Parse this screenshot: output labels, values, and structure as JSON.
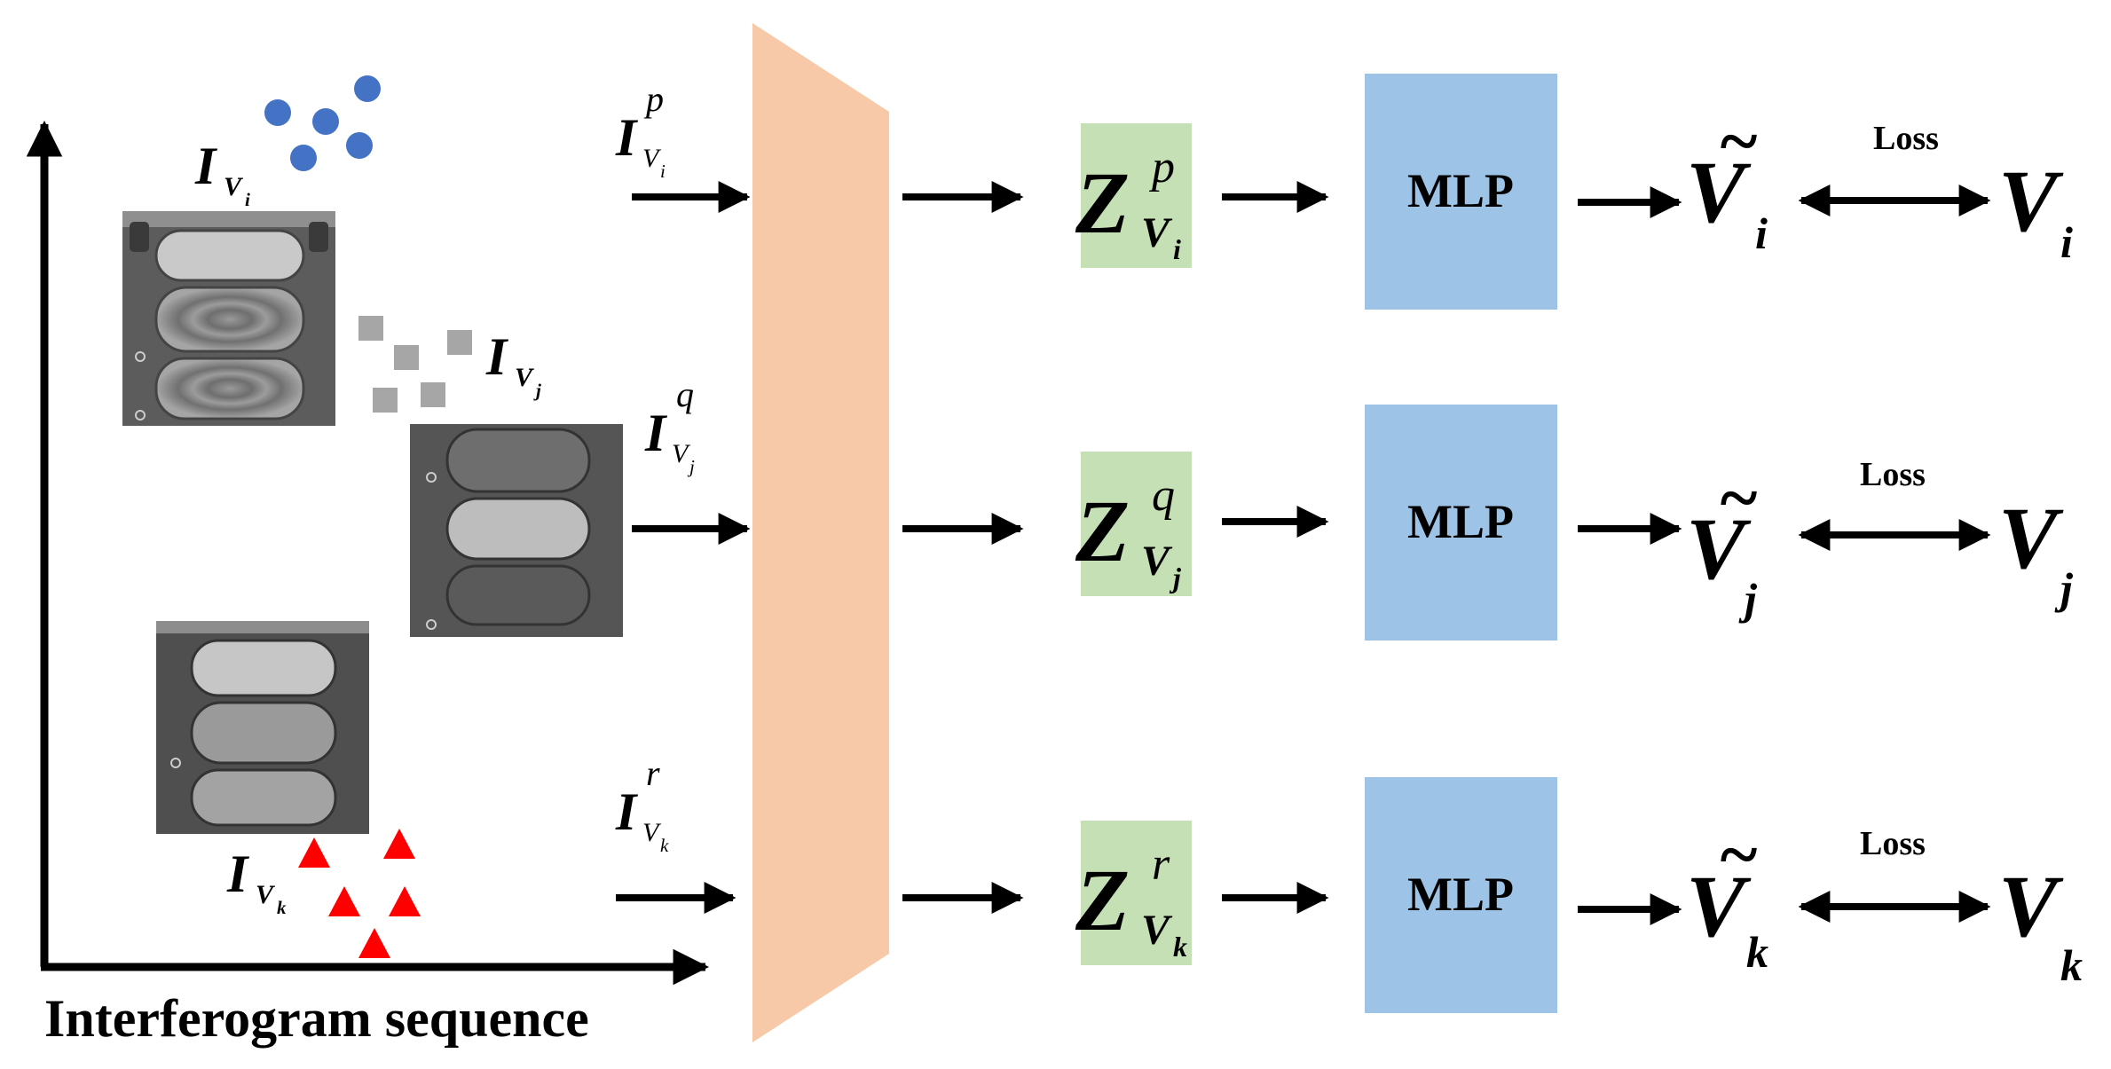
{
  "axis": {
    "x_label": "Interferogram sequence"
  },
  "images": [
    {
      "base": "I",
      "sub": "V",
      "subsub": "i"
    },
    {
      "base": "I",
      "sub": "V",
      "subsub": "j"
    },
    {
      "base": "I",
      "sub": "V",
      "subsub": "k"
    }
  ],
  "inputs": [
    {
      "base": "I",
      "sup": "p",
      "sub": "V",
      "subsub": "i"
    },
    {
      "base": "I",
      "sup": "q",
      "sub": "V",
      "subsub": "j"
    },
    {
      "base": "I",
      "sup": "r",
      "sub": "V",
      "subsub": "k"
    }
  ],
  "features": [
    {
      "base": "Z",
      "sup": "p",
      "sub": "V",
      "subsub": "i"
    },
    {
      "base": "Z",
      "sup": "q",
      "sub": "V",
      "subsub": "j"
    },
    {
      "base": "Z",
      "sup": "r",
      "sub": "V",
      "subsub": "k"
    }
  ],
  "mlp_label": "MLP",
  "loss_label": "Loss",
  "predictions": [
    {
      "base": "V",
      "accent": "~",
      "sub": "i"
    },
    {
      "base": "V",
      "accent": "~",
      "sub": "j"
    },
    {
      "base": "V",
      "accent": "~",
      "sub": "k"
    }
  ],
  "targets": [
    {
      "base": "V",
      "sub": "i"
    },
    {
      "base": "V",
      "sub": "j"
    },
    {
      "base": "V",
      "sub": "k"
    }
  ],
  "colors": {
    "encoder": "#f8c9a8",
    "feature_box": "#c5e0b4",
    "mlp_box": "#9dc3e6",
    "circles": "#4472c4",
    "squares": "#a6a6a6",
    "triangles": "#ff0000",
    "arrow": "#000000"
  }
}
